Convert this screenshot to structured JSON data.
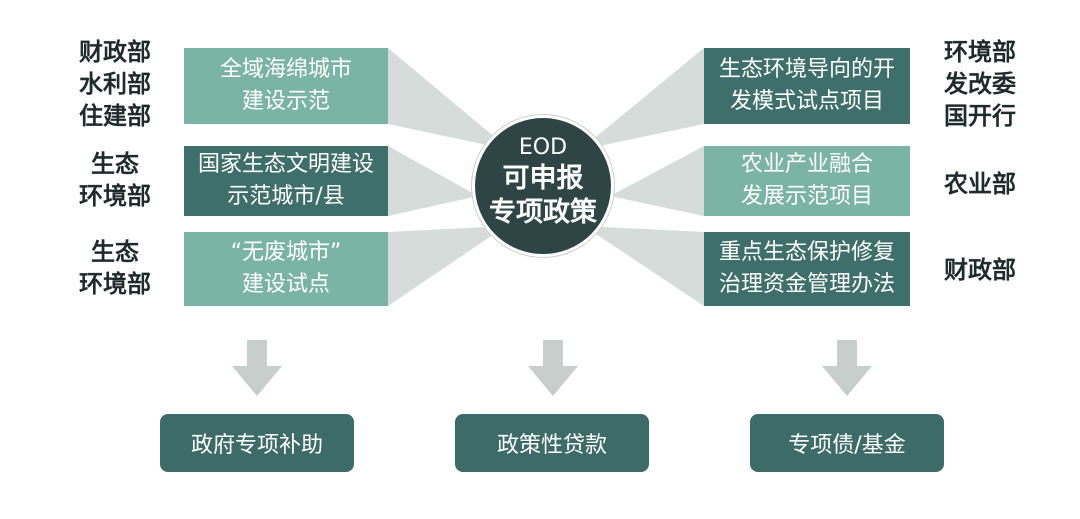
{
  "center": {
    "line1": "EOD",
    "line2": "可申报",
    "line3": "专项政策"
  },
  "left": [
    {
      "agency": "财政部\n水利部\n住建部",
      "policy": "全域海绵城市\n建设示范"
    },
    {
      "agency": "生态\n环境部",
      "policy": "国家生态文明建设\n示范城市/县"
    },
    {
      "agency": "生态\n环境部",
      "policy": "“无废城市”\n建设试点"
    }
  ],
  "right": [
    {
      "agency": "环境部\n发改委\n国开行",
      "policy": "生态环境导向的开\n发模式试点项目"
    },
    {
      "agency": "农业部",
      "policy": "农业产业融合\n发展示范项目"
    },
    {
      "agency": "财政部",
      "policy": "重点生态保护修复\n治理资金管理办法"
    }
  ],
  "outcomes": [
    {
      "label": "政府专项补助"
    },
    {
      "label": "政策性贷款"
    },
    {
      "label": "专项债/基金"
    }
  ],
  "colors": {
    "light": "#7bb3a5",
    "dark": "#3f6f6a",
    "center": "#2f4545",
    "connector": "#d2d9d7",
    "arrow": "#c7cecb"
  }
}
